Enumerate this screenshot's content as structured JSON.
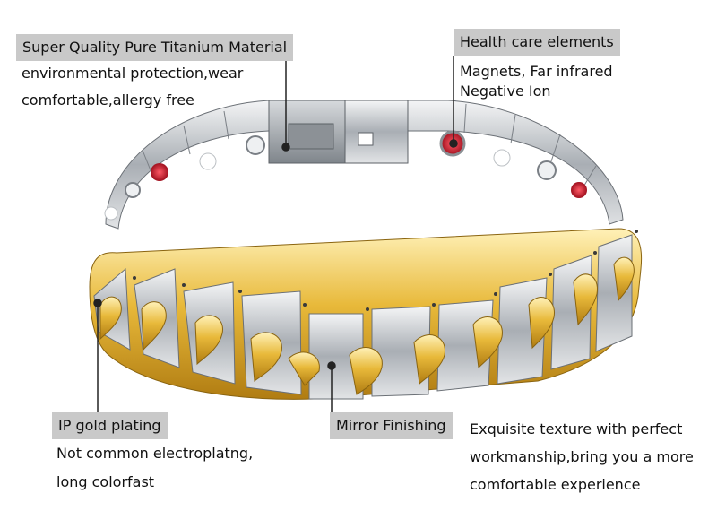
{
  "callouts": {
    "material": {
      "title": "Super Quality Pure Titanium Material",
      "lines": [
        "environmental protection,wear",
        "comfortable,allergy free"
      ]
    },
    "health": {
      "title": "Health care elements",
      "lines": [
        "Magnets, Far infrared",
        "Negative Ion"
      ]
    },
    "gold": {
      "title": "IP gold plating",
      "lines": [
        "Not common electroplatng,",
        "long colorfast"
      ]
    },
    "mirror": {
      "title": "Mirror Finishing",
      "lines": [
        "Exquisite texture with perfect",
        "workmanship,bring you a more",
        "comfortable experience"
      ]
    }
  },
  "colors": {
    "label_bg": "#c9c9c9",
    "gold": "#e8b93a",
    "silver": "#c8ccd0",
    "red_stone": "#c0182a"
  }
}
